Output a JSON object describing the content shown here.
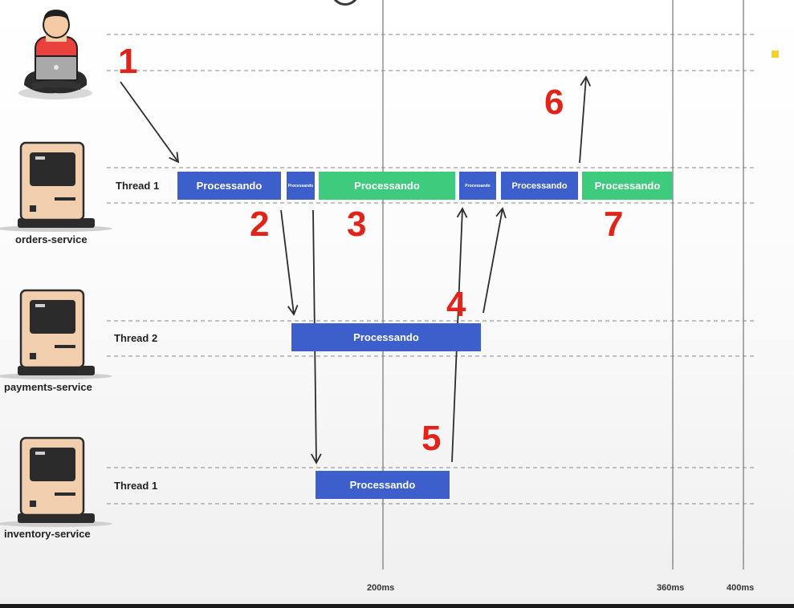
{
  "services": [
    {
      "name": "orders-service",
      "thread": "Thread 1"
    },
    {
      "name": "payments-service",
      "thread": "Thread 2"
    },
    {
      "name": "inventory-service",
      "thread": "Thread 1"
    }
  ],
  "blocks": [
    {
      "label": "Processando",
      "color": "#3c5fcc"
    },
    {
      "label": "Processando",
      "color": "#3c5fcc"
    },
    {
      "label": "Processando",
      "color": "#3fcb7e"
    },
    {
      "label": "Processando",
      "color": "#3c5fcc"
    },
    {
      "label": "Processando",
      "color": "#3c5fcc"
    },
    {
      "label": "Processando",
      "color": "#3fcb7e"
    },
    {
      "label": "Processando",
      "color": "#3c5fcc"
    },
    {
      "label": "Processando",
      "color": "#3c5fcc"
    }
  ],
  "steps": [
    "1",
    "2",
    "3",
    "4",
    "5",
    "6",
    "7"
  ],
  "timeline": {
    "ticks": [
      "200ms",
      "360ms",
      "400ms"
    ]
  },
  "colors": {
    "blue": "#3c5fcc",
    "green": "#3fcb7e",
    "step": "#e2231a",
    "accent": "#f7d31e"
  }
}
